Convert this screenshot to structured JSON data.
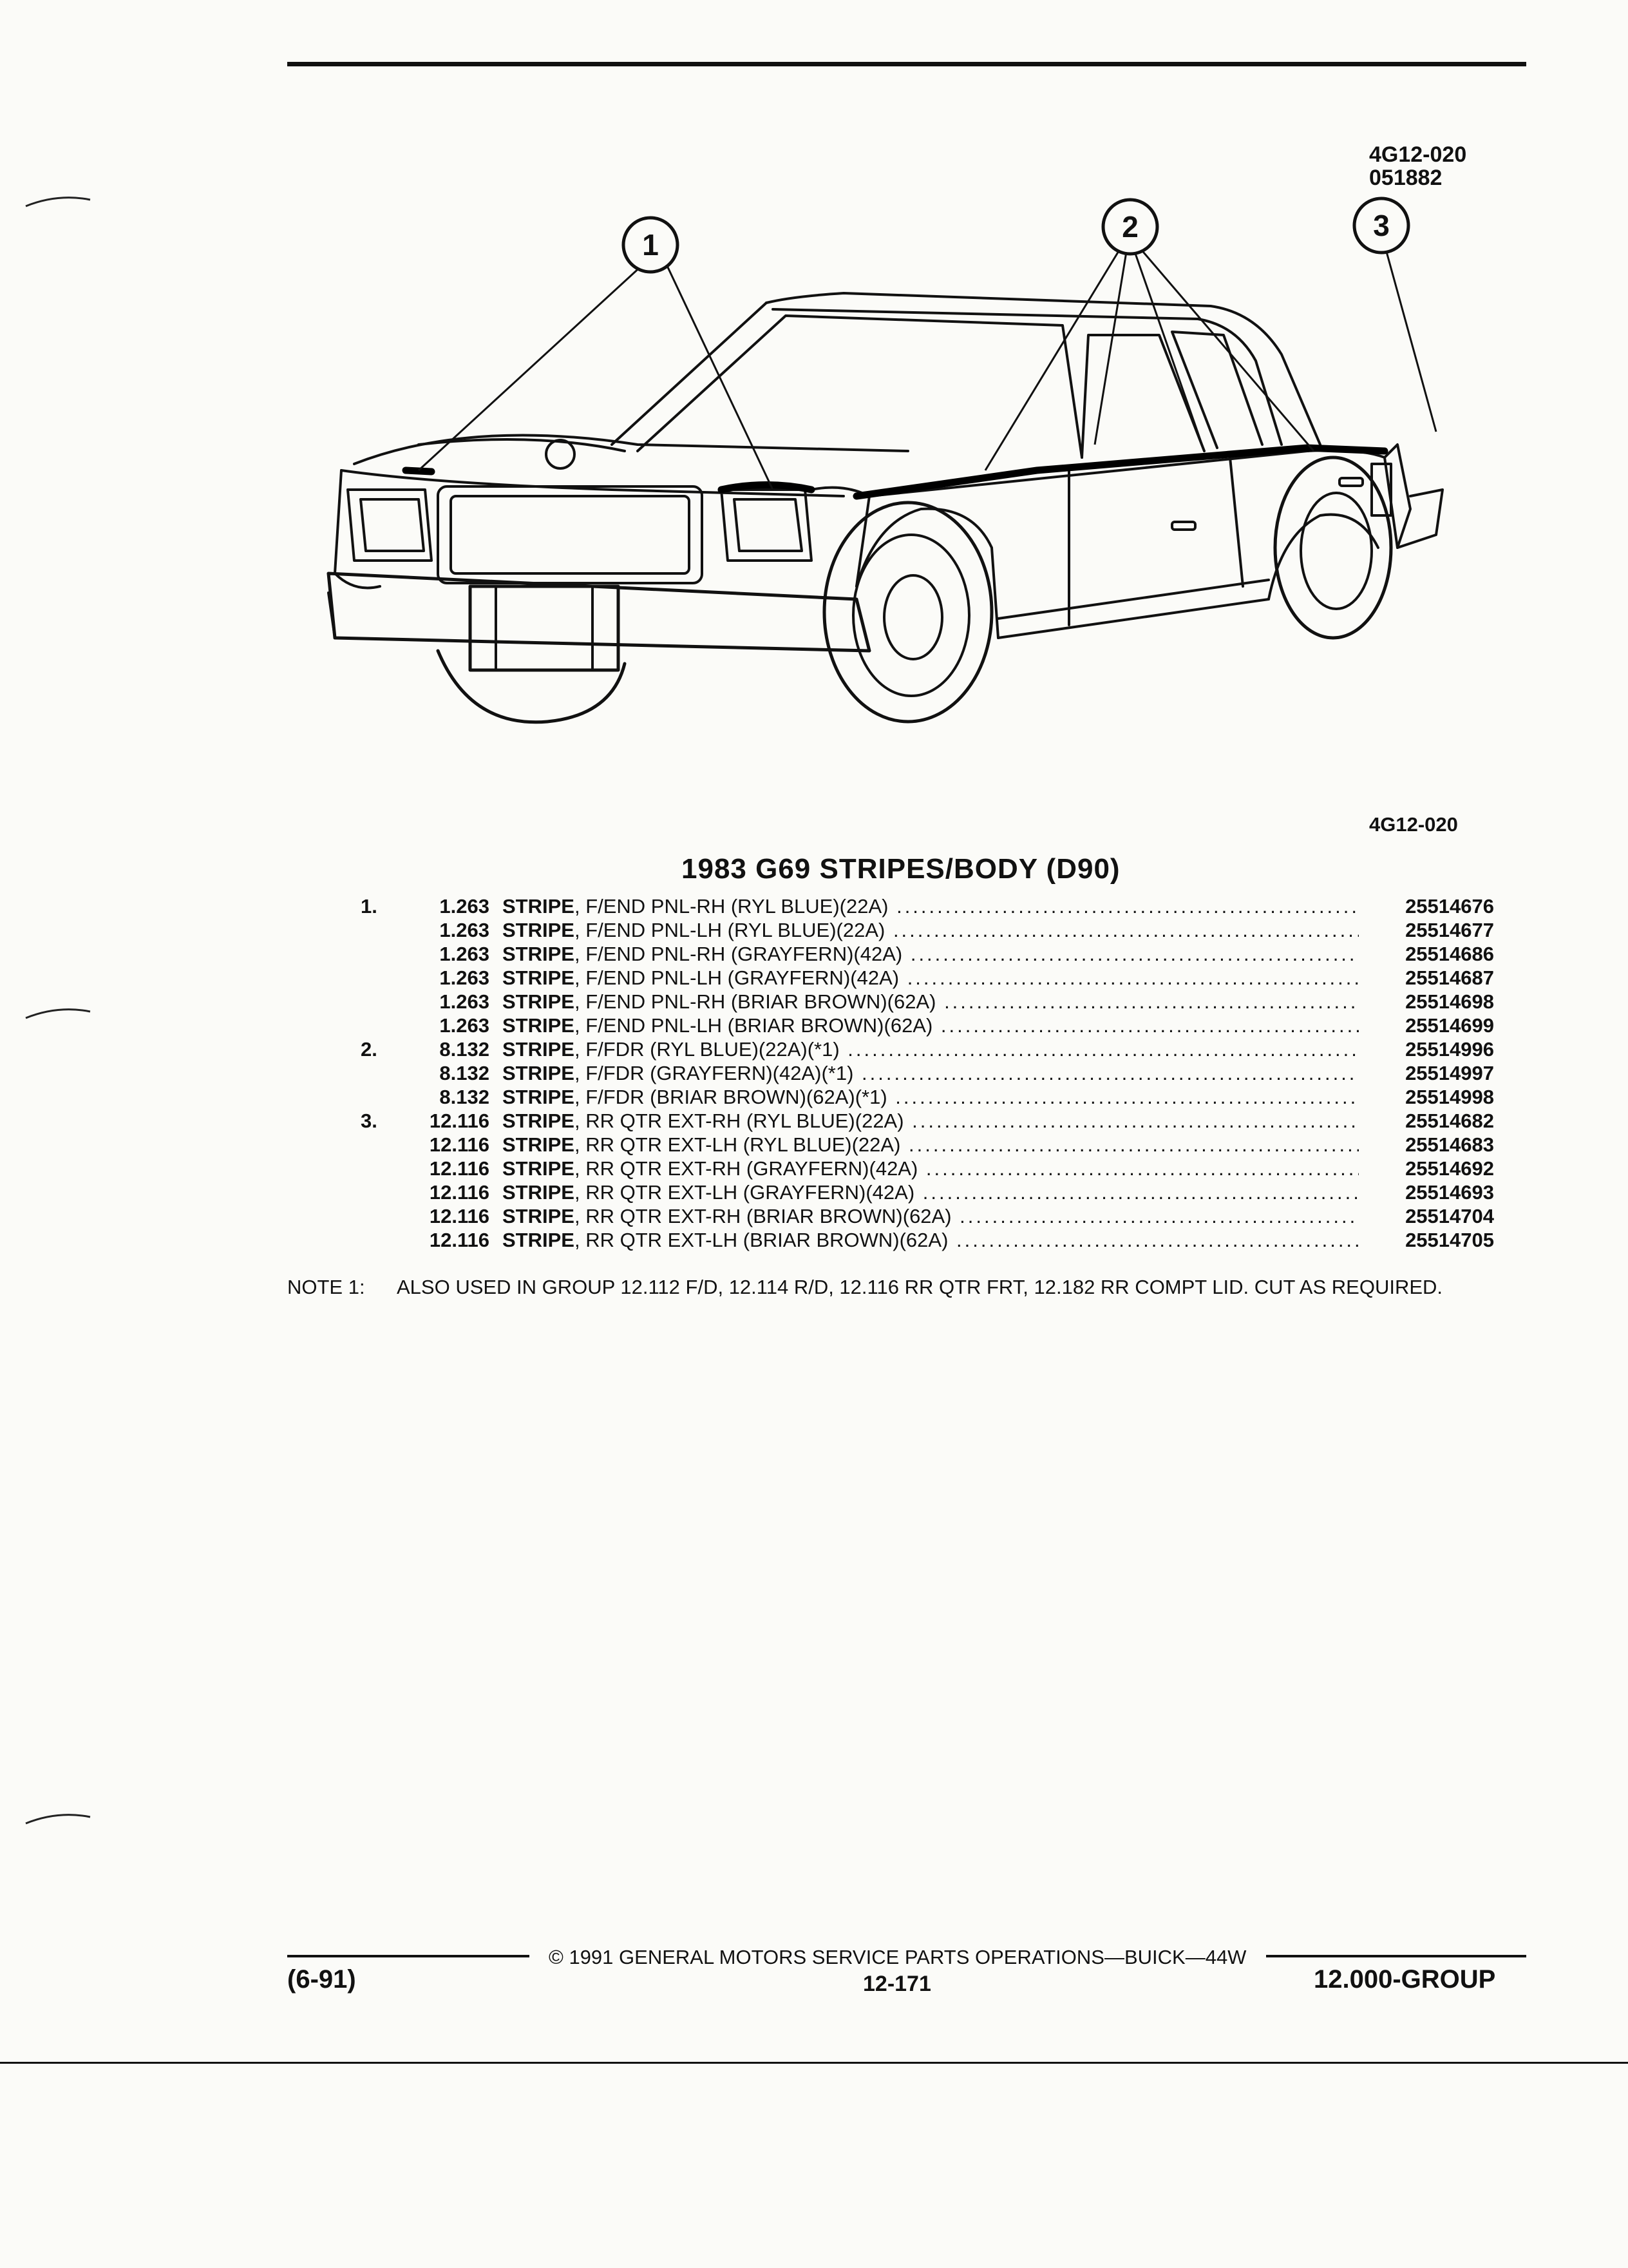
{
  "header": {
    "ref_code": "4G12-020",
    "ref_date": "051882"
  },
  "illustration": {
    "caption": "4G12-020",
    "callouts": [
      "1",
      "2",
      "3"
    ]
  },
  "title": "1983 G69 STRIPES/BODY (D90)",
  "parts": [
    {
      "item": "1.",
      "group": "1.263",
      "name": "STRIPE",
      "desc": ", F/END PNL-RH (RYL BLUE)(22A)",
      "part_no": "25514676"
    },
    {
      "item": "",
      "group": "1.263",
      "name": "STRIPE",
      "desc": ", F/END PNL-LH (RYL BLUE)(22A)",
      "part_no": "25514677"
    },
    {
      "item": "",
      "group": "1.263",
      "name": "STRIPE",
      "desc": ", F/END PNL-RH (GRAYFERN)(42A)",
      "part_no": "25514686"
    },
    {
      "item": "",
      "group": "1.263",
      "name": "STRIPE",
      "desc": ", F/END PNL-LH (GRAYFERN)(42A)",
      "part_no": "25514687"
    },
    {
      "item": "",
      "group": "1.263",
      "name": "STRIPE",
      "desc": ", F/END PNL-RH (BRIAR BROWN)(62A)",
      "part_no": "25514698"
    },
    {
      "item": "",
      "group": "1.263",
      "name": "STRIPE",
      "desc": ", F/END PNL-LH (BRIAR BROWN)(62A)",
      "part_no": "25514699"
    },
    {
      "item": "2.",
      "group": "8.132",
      "name": "STRIPE",
      "desc": ", F/FDR (RYL BLUE)(22A)(*1)",
      "part_no": "25514996"
    },
    {
      "item": "",
      "group": "8.132",
      "name": "STRIPE",
      "desc": ", F/FDR (GRAYFERN)(42A)(*1)",
      "part_no": "25514997"
    },
    {
      "item": "",
      "group": "8.132",
      "name": "STRIPE",
      "desc": ", F/FDR (BRIAR BROWN)(62A)(*1)",
      "part_no": "25514998"
    },
    {
      "item": "3.",
      "group": "12.116",
      "name": "STRIPE",
      "desc": ", RR QTR EXT-RH (RYL BLUE)(22A)",
      "part_no": "25514682"
    },
    {
      "item": "",
      "group": "12.116",
      "name": "STRIPE",
      "desc": ", RR QTR EXT-LH (RYL BLUE)(22A)",
      "part_no": "25514683"
    },
    {
      "item": "",
      "group": "12.116",
      "name": "STRIPE",
      "desc": ", RR QTR EXT-RH (GRAYFERN)(42A)",
      "part_no": "25514692"
    },
    {
      "item": "",
      "group": "12.116",
      "name": "STRIPE",
      "desc": ", RR QTR EXT-LH (GRAYFERN)(42A)",
      "part_no": "25514693"
    },
    {
      "item": "",
      "group": "12.116",
      "name": "STRIPE",
      "desc": ", RR QTR EXT-RH (BRIAR BROWN)(62A)",
      "part_no": "25514704"
    },
    {
      "item": "",
      "group": "12.116",
      "name": "STRIPE",
      "desc": ", RR QTR EXT-LH (BRIAR BROWN)(62A)",
      "part_no": "25514705"
    }
  ],
  "note": {
    "label": "NOTE  1:",
    "text": "ALSO USED IN GROUP 12.112 F/D, 12.114 R/D, 12.116 RR QTR FRT, 12.182 RR COMPT LID. CUT AS REQUIRED."
  },
  "footer": {
    "copyright": "© 1991 GENERAL MOTORS SERVICE PARTS OPERATIONS—BUICK—44W",
    "page": "12-171",
    "left": "(6-91)",
    "right": "12.000-GROUP"
  }
}
